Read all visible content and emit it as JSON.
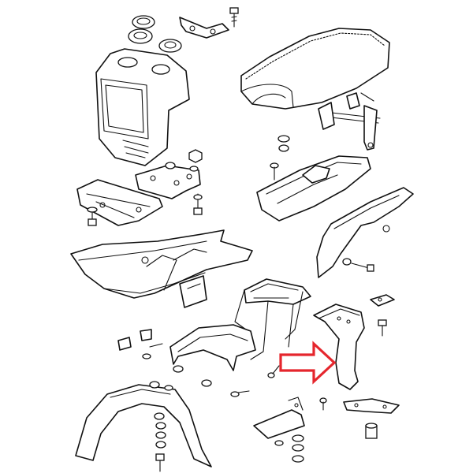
{
  "diagram": {
    "kind": "exploded parts diagram (line art)",
    "background": "#ffffff",
    "line_color": "#111111",
    "highlight_color": "#e5262d"
  },
  "parts": [
    {
      "id": "headlight-fairing",
      "icon": "fairing-shape"
    },
    {
      "id": "number-plate-bracket",
      "icon": "bracket-shape"
    },
    {
      "id": "fairing-support-plate",
      "icon": "plate-shape"
    },
    {
      "id": "seat",
      "icon": "seat-shape"
    },
    {
      "id": "seat-latch-bracket",
      "icon": "latch-shape"
    },
    {
      "id": "tool-tray",
      "icon": "tray-shape"
    },
    {
      "id": "side-panel",
      "icon": "panel-shape"
    },
    {
      "id": "rear-frame",
      "icon": "frame-shape"
    },
    {
      "id": "luggage-rack",
      "icon": "rack-shape"
    },
    {
      "id": "rear-mudguard",
      "icon": "mudguard-shape"
    },
    {
      "id": "rear-mudguard-extension",
      "icon": "extension-shape",
      "highlighted": true
    },
    {
      "id": "front-mudguard",
      "icon": "fender-shape"
    },
    {
      "id": "fastener-bracket",
      "icon": "bracket-shape"
    },
    {
      "id": "clamp-bracket",
      "icon": "bracket-shape"
    }
  ],
  "callout": {
    "type": "hollow arrow",
    "direction": "right",
    "color": "#e5262d",
    "points_to": "rear-mudguard-extension"
  }
}
